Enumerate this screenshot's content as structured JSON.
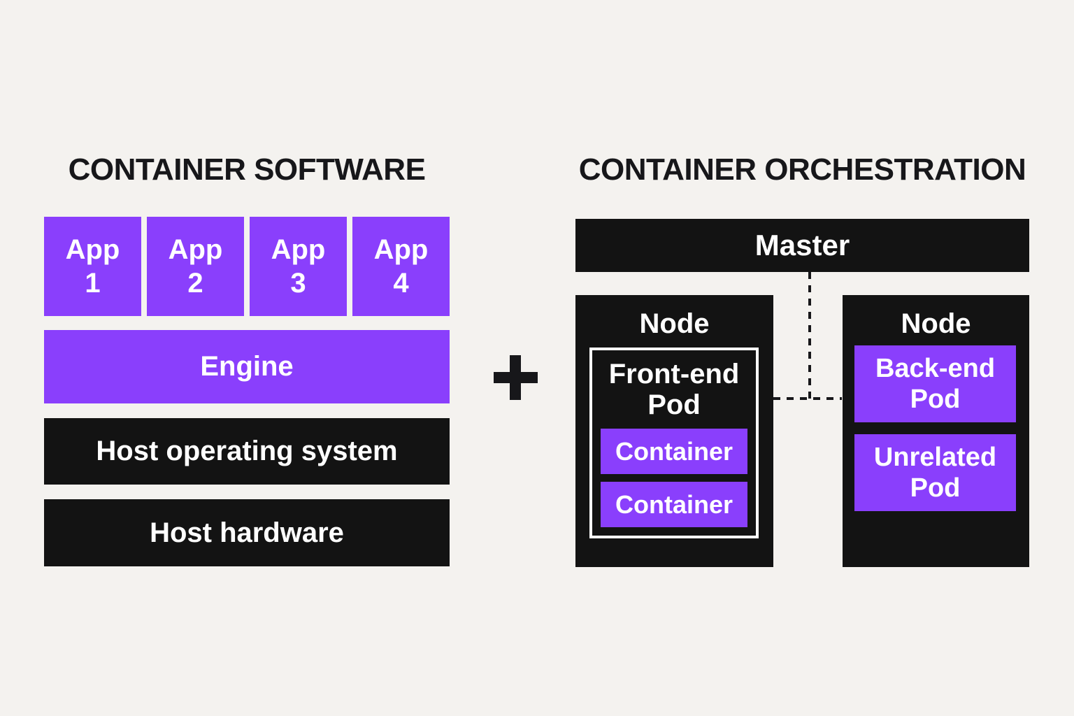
{
  "diagram": {
    "left": {
      "title": "CONTAINER SOFTWARE",
      "apps": [
        {
          "line1": "App",
          "line2": "1"
        },
        {
          "line1": "App",
          "line2": "2"
        },
        {
          "line1": "App",
          "line2": "3"
        },
        {
          "line1": "App",
          "line2": "4"
        }
      ],
      "engine": "Engine",
      "host_os": "Host operating system",
      "host_hardware": "Host hardware"
    },
    "separator": {
      "plus_icon": "plus"
    },
    "right": {
      "title": "CONTAINER ORCHESTRATION",
      "master": "Master",
      "node_left": {
        "label": "Node",
        "pod_title_line1": "Front-end",
        "pod_title_line2": "Pod",
        "containers": [
          "Container",
          "Container"
        ]
      },
      "node_right": {
        "label": "Node",
        "pods": [
          {
            "line1": "Back-end",
            "line2": "Pod"
          },
          {
            "line1": "Unrelated",
            "line2": "Pod"
          }
        ]
      }
    },
    "colors": {
      "purple": "#8a3ffc",
      "black": "#131313",
      "background": "#f4f2ef",
      "text_dark": "#17171a",
      "text_light": "#ffffff"
    }
  }
}
